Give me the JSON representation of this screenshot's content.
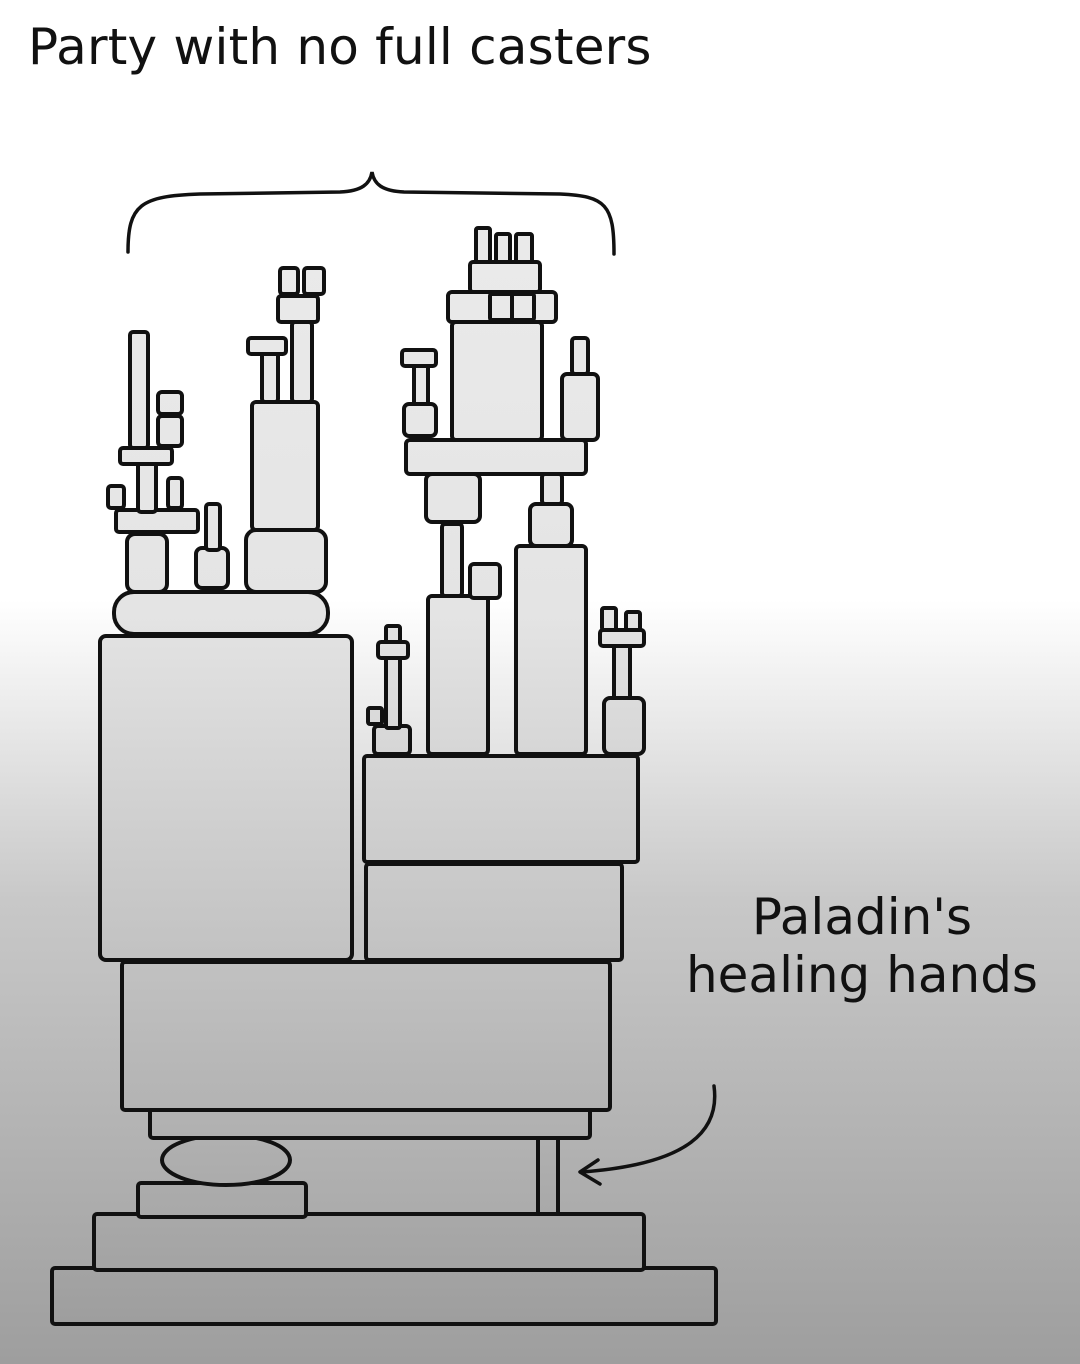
{
  "title": "Party with no full casters",
  "callout": {
    "line1": "Paladin's",
    "line2": "healing hands"
  },
  "colors": {
    "text": "#111111",
    "outline": "#111111",
    "block_fill_light": "#e6e6e6",
    "block_fill_mid": "#bdbdbd",
    "block_fill_dark": "#a3a3a3"
  }
}
